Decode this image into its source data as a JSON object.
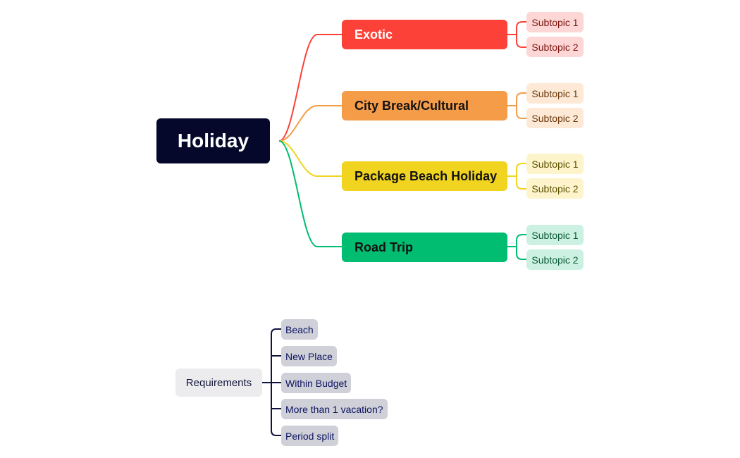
{
  "root": {
    "label": "Holiday",
    "bg": "#05082a"
  },
  "branches": [
    {
      "key": "exotic",
      "label": "Exotic",
      "color": "#fb4138",
      "text": "#ffffff",
      "sub_bg": "#fdd7d5",
      "sub_text": "#7d1410",
      "subtopics": [
        "Subtopic 1",
        "Subtopic 2"
      ]
    },
    {
      "key": "city",
      "label": "City Break/Cultural",
      "color": "#f59c49",
      "text": "#121212",
      "sub_bg": "#fde9d6",
      "sub_text": "#6b3a0c",
      "subtopics": [
        "Subtopic 1",
        "Subtopic 2"
      ]
    },
    {
      "key": "beach",
      "label": "Package Beach Holiday",
      "color": "#f0d41f",
      "text": "#121212",
      "sub_bg": "#fdf4cc",
      "sub_text": "#5e5000",
      "subtopics": [
        "Subtopic 1",
        "Subtopic 2"
      ]
    },
    {
      "key": "road",
      "label": "Road Trip",
      "color": "#00bd71",
      "text": "#121212",
      "sub_bg": "#ccf1e2",
      "sub_text": "#0b5a3a",
      "subtopics": [
        "Subtopic 1",
        "Subtopic 2"
      ]
    }
  ],
  "requirements": {
    "label": "Requirements",
    "line_color": "#0f133c",
    "items": [
      "Beach",
      "New Place",
      "Within Budget",
      "More than 1 vacation?",
      "Period split"
    ]
  }
}
